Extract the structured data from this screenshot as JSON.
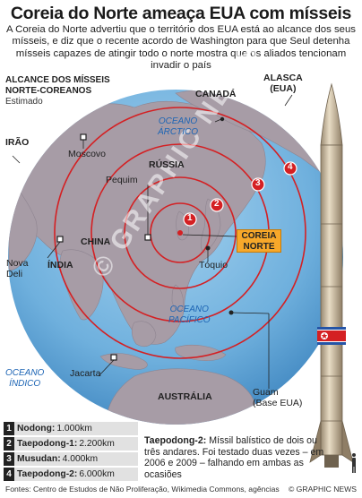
{
  "title": "Coreia do Norte ameaça EUA com mísseis",
  "intro": "A Coreia do Norte advertiu que o território dos EUA está ao alcance dos seus mísseis, e diz que o recente acordo de Washington para que Seul detenha mísseis capazes de atingir todo o norte mostra que os aliados tencionam invadir o país",
  "legend": {
    "heading_line1": "ALCANCE DOS MÍSSEIS",
    "heading_line2": "NORTE-COREANOS",
    "subheading": "Estimado"
  },
  "map_labels": {
    "canada": "CANADÁ",
    "alaska_line1": "ALASCA",
    "alaska_line2": "(EUA)",
    "russia": "RÚSSIA",
    "china": "CHINA",
    "india": "ÍNDIA",
    "iran": "IRÃO",
    "australia": "AUSTRÁLIA",
    "moscow": "Moscovo",
    "beijing": "Pequim",
    "new_delhi_line1": "Nova",
    "new_delhi_line2": "Deli",
    "jakarta": "Jacarta",
    "tokyo": "Tóquio",
    "guam_line1": "Guam",
    "guam_line2": "(Base EUA)",
    "north_korea_line1": "COREIA",
    "north_korea_line2": "NORTE"
  },
  "oceans": {
    "arctic_line1": "OCEANO",
    "arctic_line2": "ÁRCTICO",
    "pacific_line1": "OCEANO",
    "pacific_line2": "PACÍFICO",
    "indian_line1": "OCEANO",
    "indian_line2": "ÍNDICO"
  },
  "ranges": [
    {
      "num": "1",
      "missile": "Nodong:",
      "distance": "1.000km"
    },
    {
      "num": "2",
      "missile": "Taepodong-1:",
      "distance": "2.200km"
    },
    {
      "num": "3",
      "missile": "Musudan:",
      "distance": "4.000km"
    },
    {
      "num": "4",
      "missile": "Taepodong-2:",
      "distance": "6.000km"
    }
  ],
  "taepodong_note": {
    "name": "Taepodong-2:",
    "text": "Míssil balístico de dois ou três andares. Foi testado duas vezes – em 2006 e 2009 – falhando em ambas as ocasiões"
  },
  "watermark": "© GRAPHIC NEWS",
  "footer": "Fontes: Centro de Estudos de Não Proliferação, Wikimedia Commons, agências",
  "copyright": "© GRAPHIC NEWS",
  "colors": {
    "ocean": "#6fb0dd",
    "land": "#a79ca6",
    "ring": "#d42023",
    "highlight": "#f7a82a",
    "ocean_label": "#1c64b4"
  }
}
